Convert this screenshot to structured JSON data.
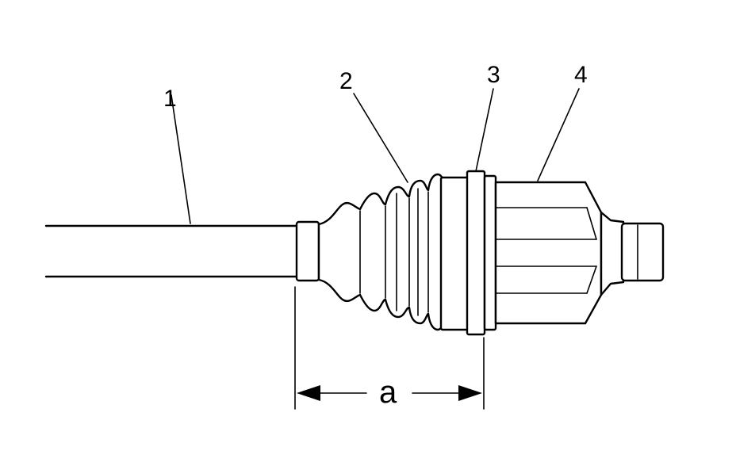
{
  "labels": {
    "shaft": "1",
    "boot": "2",
    "clamp": "3",
    "joint_housing": "4",
    "dimension": "a"
  }
}
